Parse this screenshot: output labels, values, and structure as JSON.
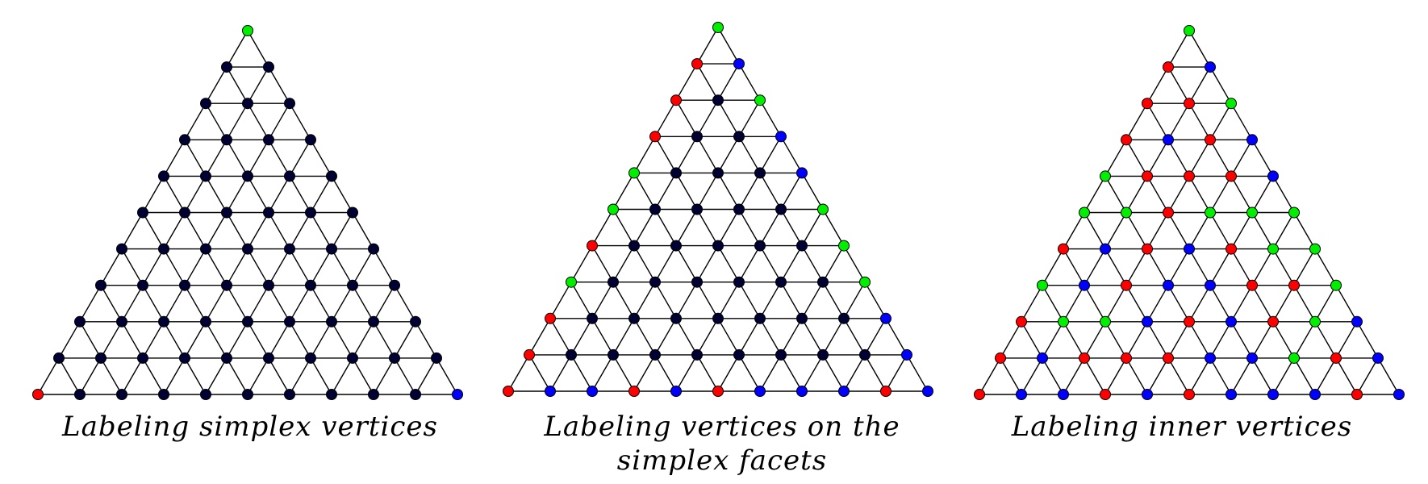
{
  "colors": {
    "R": "#ff0000",
    "G": "#00ee00",
    "B": "#0000ff",
    "K": "#000033",
    "edge": "#000000"
  },
  "panels": [
    {
      "caption": "Labeling simplex vertices",
      "labels": [
        "G",
        "KK",
        "KKK",
        "KKKK",
        "KKKKK",
        "KKKKKK",
        "KKKKKKK",
        "KKKKKKKK",
        "KKKKKKKKK",
        "KKKKKKKKKK",
        "RKKKKKKKKKB"
      ]
    },
    {
      "caption": "Labeling vertices on the simplex facets",
      "labels": [
        "G",
        "RB",
        "RKG",
        "RKKB",
        "GKKKB",
        "GKKKKG",
        "RKKKKKG",
        "GKKKKKKG",
        "RKKKKKKKB",
        "RKKKKKKKKB",
        "RBBRBRBBBRB"
      ]
    },
    {
      "caption": "Labeling inner vertices",
      "labels": [
        "G",
        "RB",
        "RRG",
        "RBRB",
        "GRRRB",
        "GGRGGG",
        "RBRBRGG",
        "GBRBBRRG",
        "RGGBRBRGB",
        "RBRRRBBGRB",
        "RBBRBRBBBRB"
      ]
    }
  ]
}
